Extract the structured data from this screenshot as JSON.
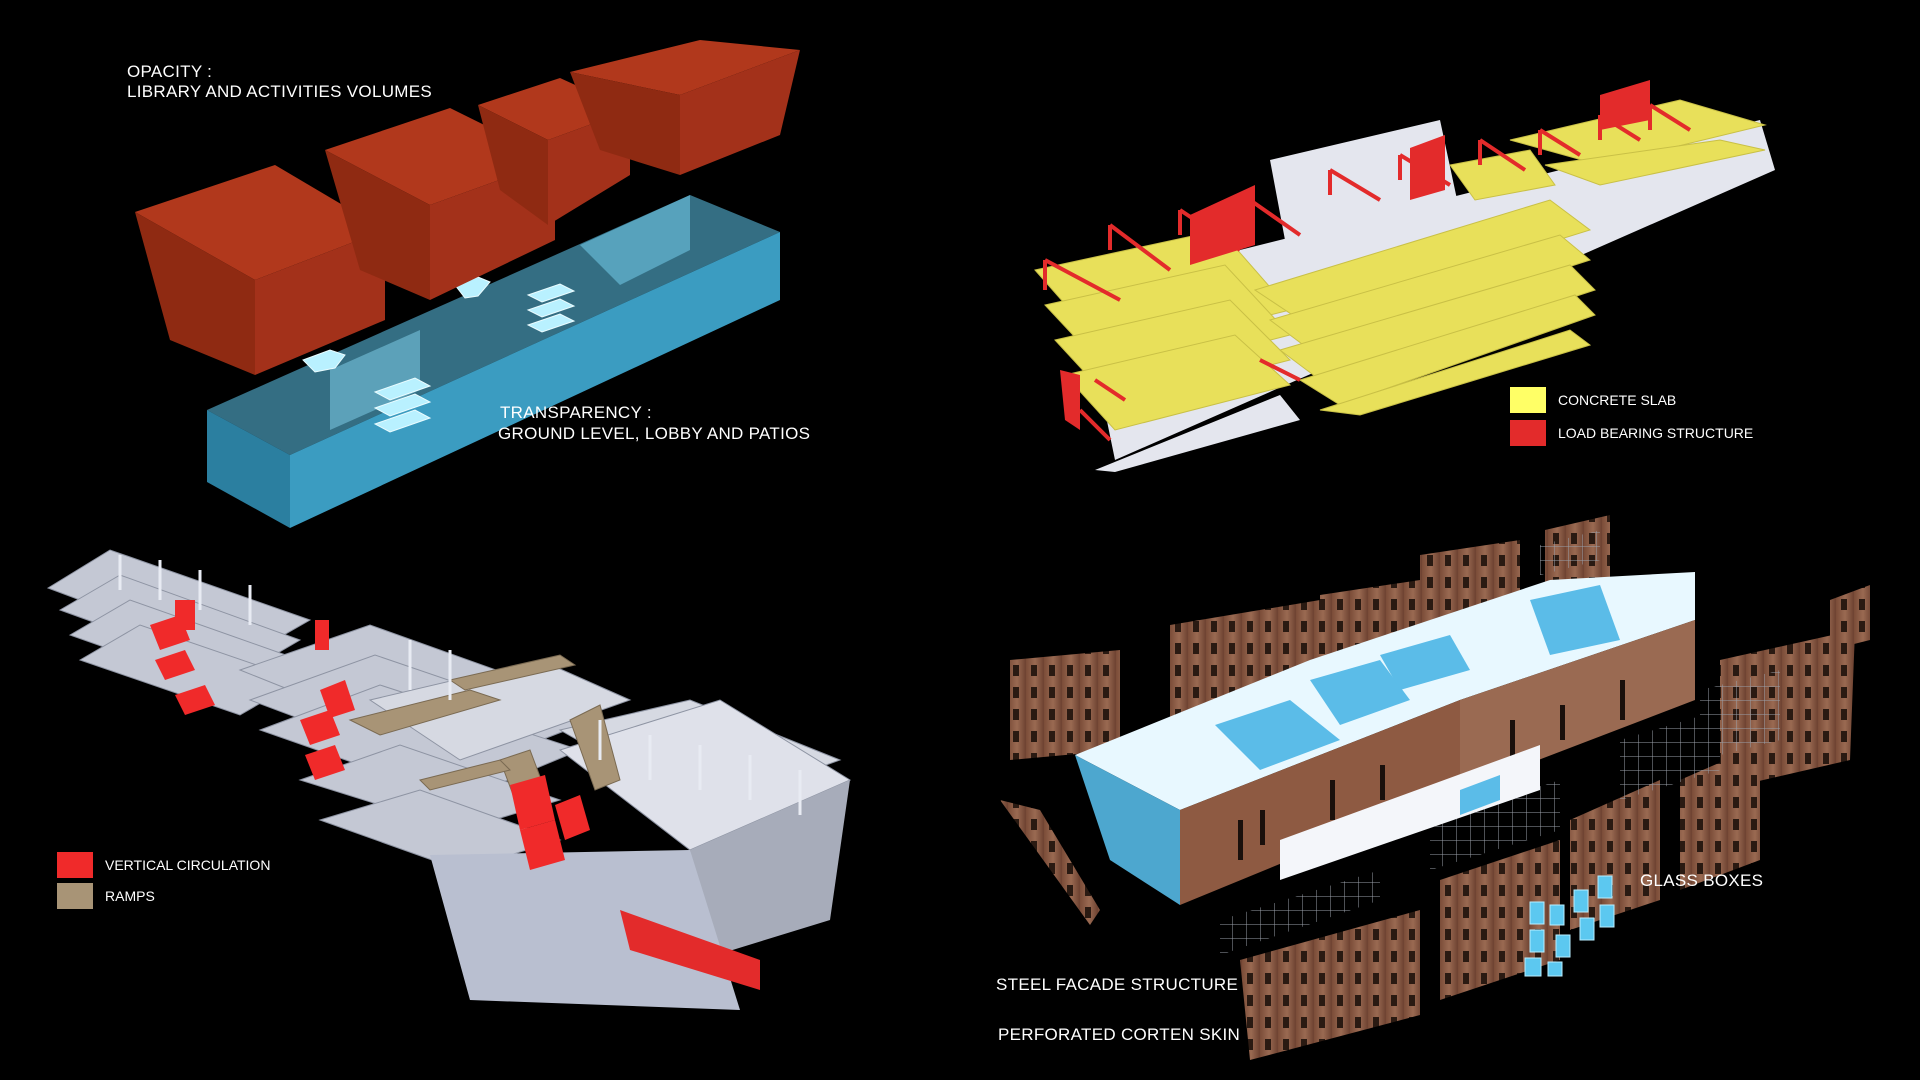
{
  "panel_tl": {
    "opacity_title": "OPACITY :",
    "opacity_desc": "LIBRARY AND ACTIVITIES VOLUMES",
    "transparency_title": "TRANSPARENCY :",
    "transparency_desc": "GROUND  LEVEL, LOBBY AND PATIOS"
  },
  "panel_tr": {
    "legend": [
      {
        "label": "CONCRETE SLAB",
        "color": "#ffff66"
      },
      {
        "label": "LOAD BEARING STRUCTURE",
        "color": "#e32b2b"
      }
    ]
  },
  "panel_bl": {
    "legend": [
      {
        "label": "VERTICAL CIRCULATION",
        "color": "#f02a2a"
      },
      {
        "label": "RAMPS",
        "color": "#a89476"
      }
    ]
  },
  "panel_br": {
    "glass_boxes": "GLASS BOXES",
    "steel_facade": "STEEL FACADE STRUCTURE",
    "corten_skin": "PERFORATED CORTEN SKIN"
  },
  "colors": {
    "background": "#000000",
    "opaque_volume": "#a52a10",
    "transparent_volume": "#5ec8ee",
    "slab": "#e6e05a",
    "structure": "#e32b2b",
    "grey_slab": "#c4c8d4",
    "corten": "#8a5a44",
    "glass": "#5cc8f0"
  }
}
